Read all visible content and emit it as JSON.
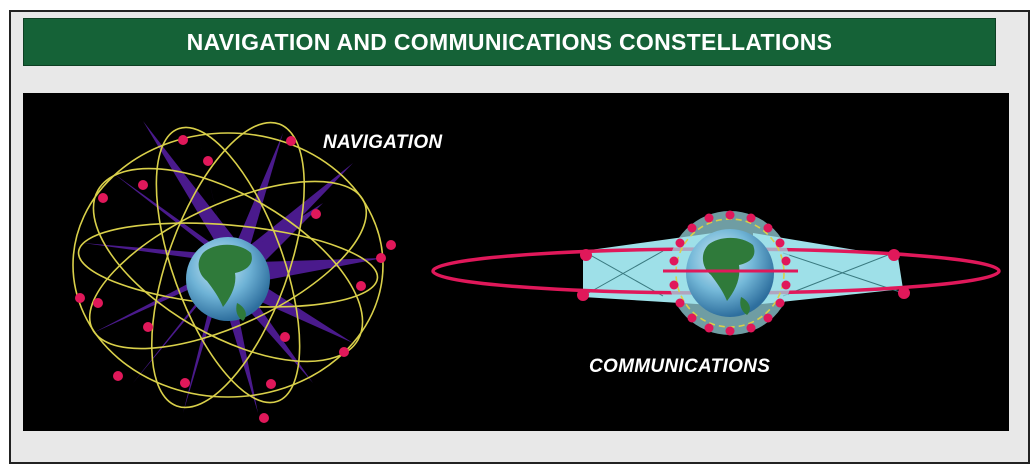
{
  "header": {
    "title": "NAVIGATION AND COMMUNICATIONS CONSTELLATIONS"
  },
  "diagram": {
    "navigation_label": "NAVIGATION",
    "communications_label": "COMMUNICATIONS"
  },
  "colors": {
    "title_bar": "#156237",
    "panel_background": "#000000",
    "orbit_yellow": "#d9d04a",
    "satellite_red": "#e0185a",
    "beam_purple": "#4a1a8c",
    "beam_cyan": "#9ee0e8",
    "earth_blue": "#4a9ac8",
    "earth_green": "#2f7a3a"
  }
}
